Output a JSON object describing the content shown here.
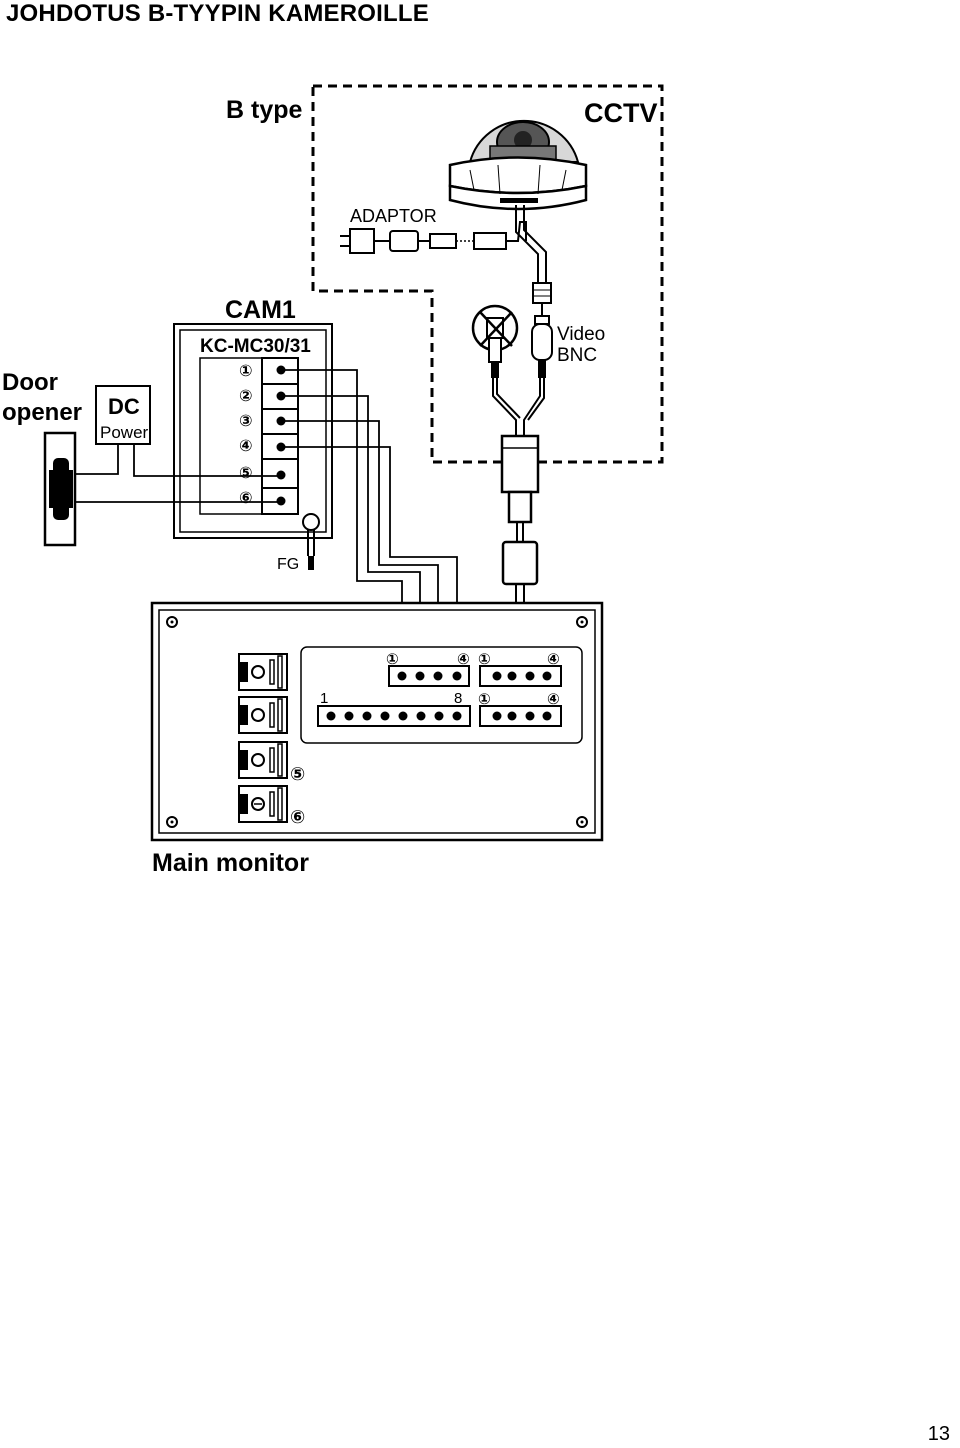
{
  "page": {
    "title": "JOHDOTUS B-TYYPIN KAMEROILLE",
    "page_number": "13"
  },
  "diagram": {
    "b_type": "B type",
    "cctv": "CCTV",
    "adaptor": "ADAPTOR",
    "cam1": "CAM1",
    "model": "KC-MC30/31",
    "door_opener_1": "Door",
    "door_opener_2": "opener",
    "dc_power_1": "DC",
    "dc_power_2": "Power",
    "fg": "FG",
    "video_bnc_1": "Video",
    "video_bnc_2": "BNC",
    "main_monitor": "Main monitor",
    "cam_terminals": [
      "①",
      "②",
      "③",
      "④",
      "⑤",
      "⑥"
    ],
    "cam_block_first": "①",
    "cam_block_last": "④",
    "video_block_first": "①",
    "video_block_last": "④",
    "door_block_first": "1",
    "door_block_last": "8",
    "power_block_first": "①",
    "power_block_last": "④",
    "monitor_label_5": "⑤",
    "monitor_label_6": "⑥"
  }
}
